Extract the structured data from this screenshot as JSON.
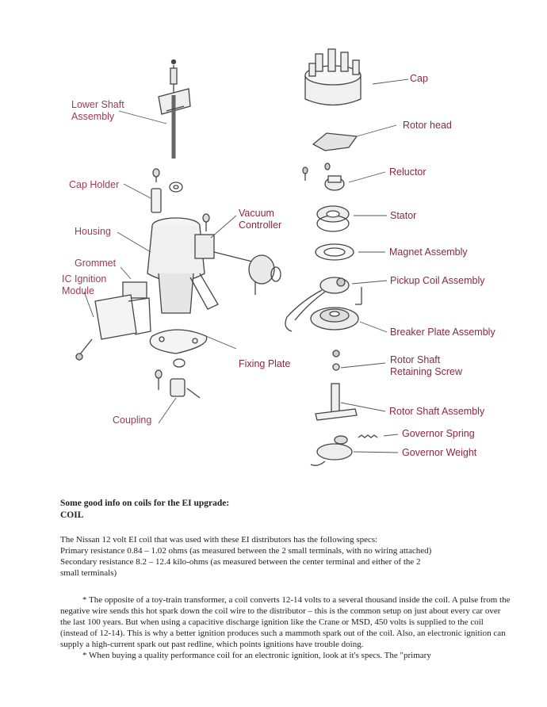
{
  "diagram": {
    "labels": {
      "lower_shaft": [
        "Lower Shaft",
        "Assembly"
      ],
      "cap_holder": "Cap Holder",
      "housing": "Housing",
      "grommet": "Grommet",
      "ic_module": [
        "IC Ignition",
        "Module"
      ],
      "coupling": "Coupling",
      "vacuum": [
        "Vacuum",
        "Controller"
      ],
      "fixing_plate": "Fixing Plate",
      "cap": "Cap",
      "rotor_head": "Rotor head",
      "reluctor": "Reluctor",
      "stator": "Stator",
      "magnet": "Magnet Assembly",
      "pickup": "Pickup Coil Assembly",
      "breaker": "Breaker Plate Assembly",
      "rotor_shaft_screw": [
        "Rotor Shaft",
        "Retaining Screw"
      ],
      "rotor_shaft_asm": "Rotor Shaft Assembly",
      "gov_spring": "Governor Spring",
      "gov_weight": "Governor Weight"
    },
    "colors": {
      "label": "#8a2840",
      "line": "#444444"
    }
  },
  "text": {
    "heading1": "Some good info on coils for the EI upgrade:",
    "heading2": "COIL",
    "p1": [
      "The Nissan 12 volt EI coil that was used with these EI distributors has the following specs:",
      "Primary resistance 0.84 – 1.02 ohms (as measured between the 2 small terminals, with no wiring attached)",
      "Secondary resistance 8.2 – 12.4 kilo-ohms (as measured between the center terminal and either of the 2",
      "small terminals)"
    ],
    "p2": "* The opposite of a toy-train transformer, a coil converts 12-14 volts to a several thousand inside the coil. A pulse from the negative wire sends this hot spark down the coil wire to the distributor – this is the common setup on just about every car over the last 100 years. But when using a capacitive discharge ignition like the Crane or MSD, 450 volts is supplied to the coil (instead of 12-14). This is why a better ignition produces such a mammoth spark out of the coil. Also, an electronic ignition can supply a high-current spark out past redline, which points ignitions have trouble doing.",
    "p3": "* When buying a quality performance coil for an electronic ignition, look at it's specs. The \"primary"
  }
}
